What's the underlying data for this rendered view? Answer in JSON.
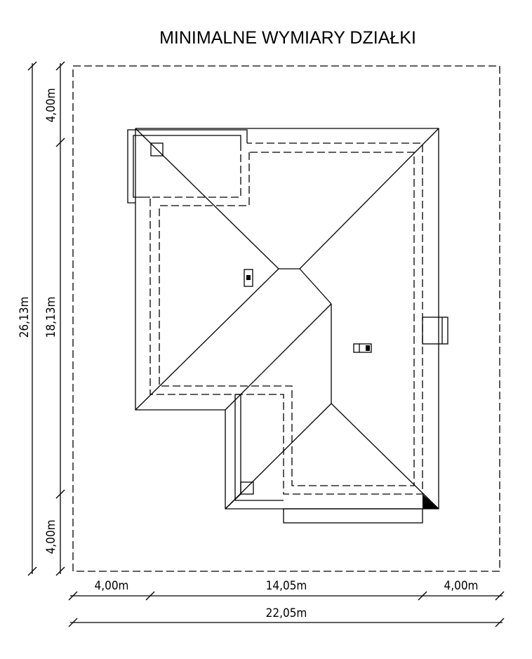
{
  "title": "MINIMALNE WYMIARY DZIAŁKI",
  "dimensions": {
    "left_top_setback": "4,00m",
    "building_depth": "18,13m",
    "left_bottom_setback": "4,00m",
    "total_depth": "26,13m",
    "bottom_left_setback": "4,00m",
    "building_width": "14,05m",
    "bottom_right_setback": "4,00m",
    "total_width": "22,05m"
  }
}
